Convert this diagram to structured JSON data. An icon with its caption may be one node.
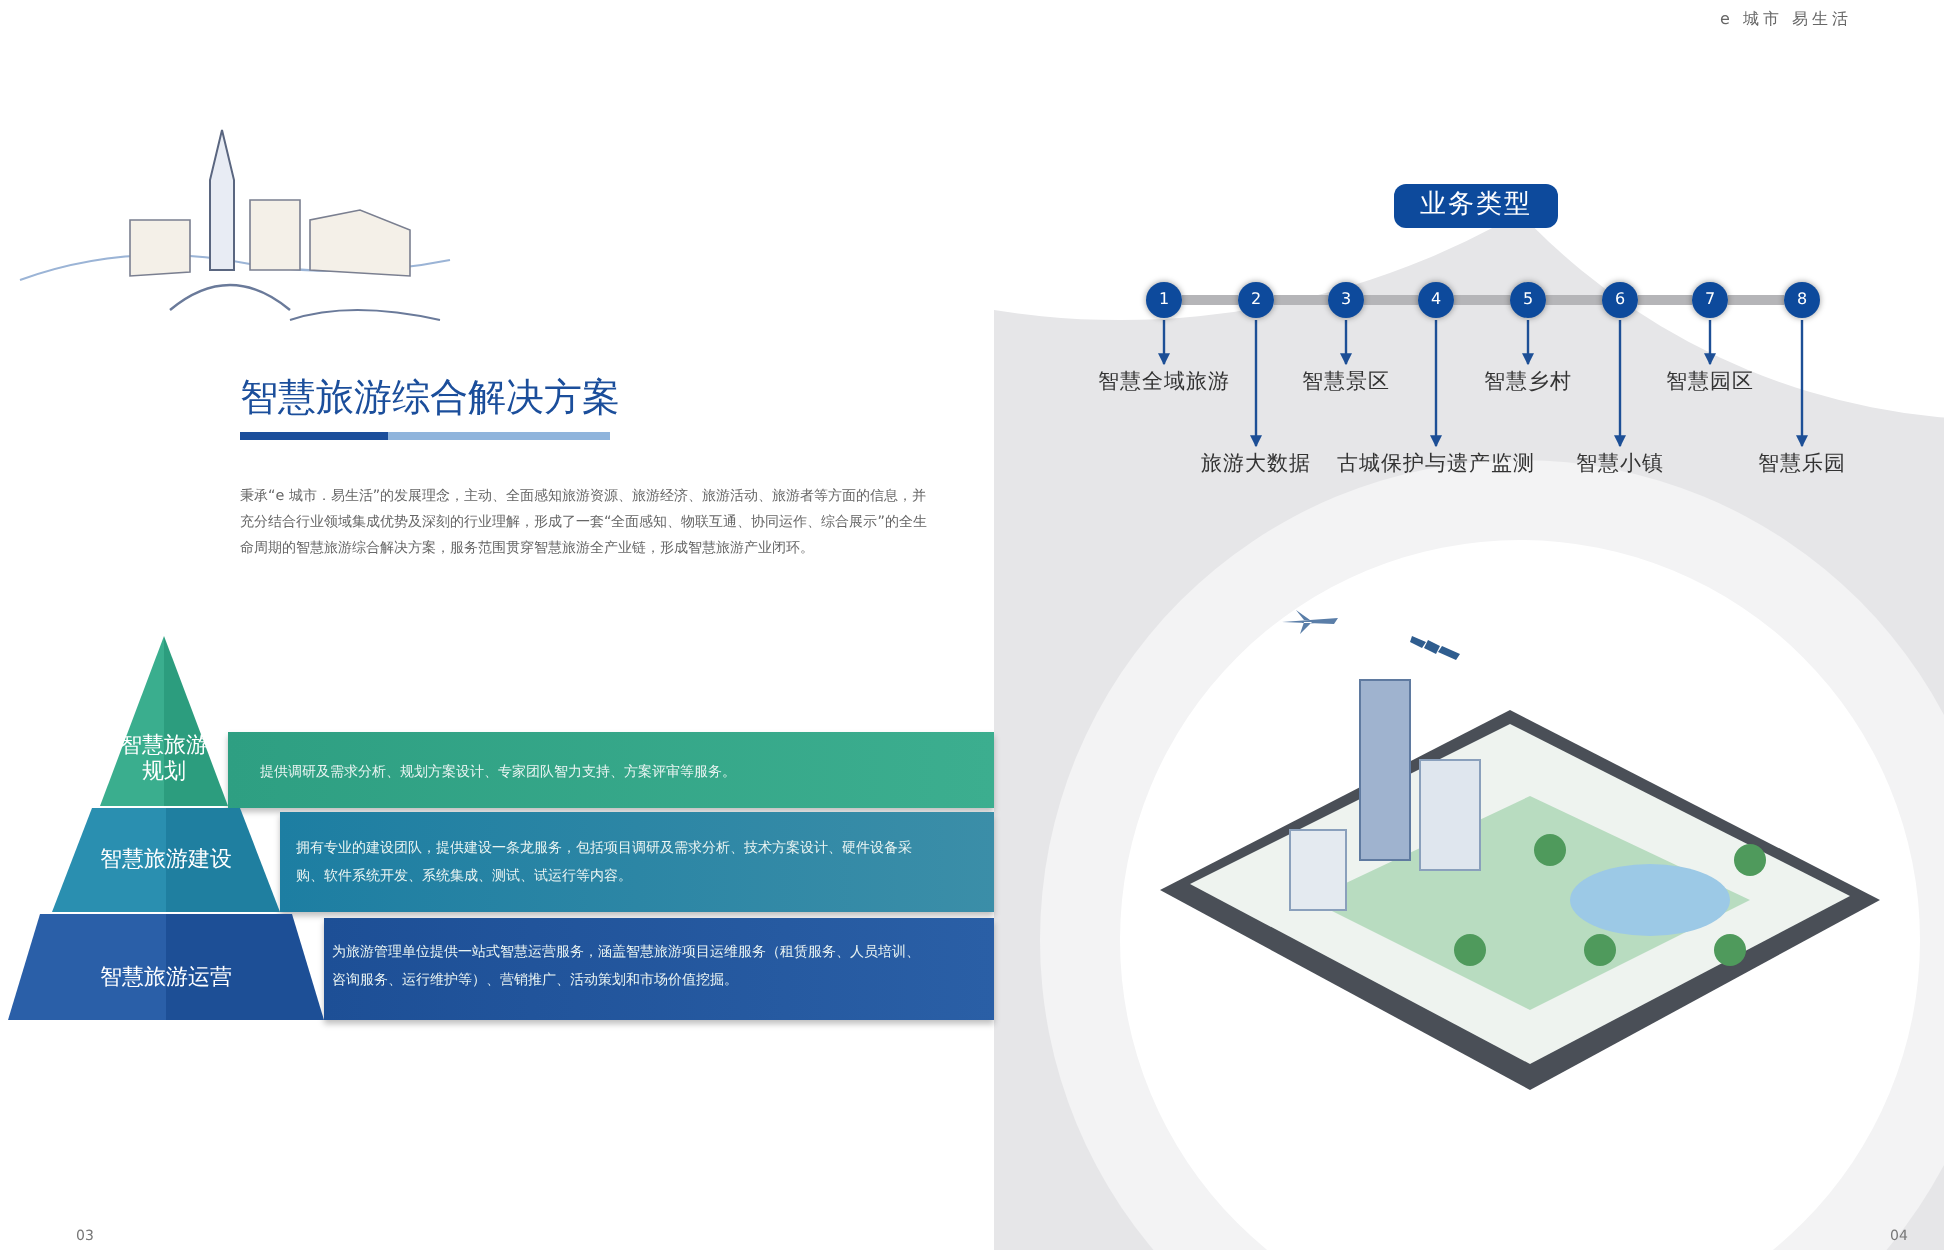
{
  "diagram": {
    "title": "智慧旅游综合解决方案",
    "nodes": [
      {
        "text": [
          "智慧旅游规划"
        ]
      },
      {
        "text": [
          "提供调研及需求分析、规划方案设计、专家团队智力支持、方案评审等服务。"
        ]
      },
      {
        "text": [
          "智慧旅游建设"
        ]
      },
      {
        "text": [
          "拥有专业的建设团队，提供建设一条龙服务，包括项目调研及需求分析、技术方案设计、硬件设备采购、软件系统开发、系统集成、测试、试运行等内容。"
        ]
      },
      {
        "text": [
          "智慧旅游运营"
        ]
      },
      {
        "text": [
          "为旅游管理单位提供一站式智慧运营服务，涵盖智慧旅游项目运维服务（租赁服务、人员培训、咨询服务、运行维护等）、营销推广、活动策划和市场价值挖掘。"
        ]
      },
      {
        "text": [
          "业务类型"
        ]
      },
      {
        "text": [
          "1"
        ]
      },
      {
        "text": [
          "2"
        ]
      },
      {
        "text": [
          "3"
        ]
      },
      {
        "text": [
          "4"
        ]
      },
      {
        "text": [
          "5"
        ]
      },
      {
        "text": [
          "6"
        ]
      },
      {
        "text": [
          "7"
        ]
      },
      {
        "text": [
          "8"
        ]
      },
      {
        "text": [
          "智慧全域旅游"
        ]
      },
      {
        "text": [
          "旅游大数据"
        ]
      },
      {
        "text": [
          "智慧景区"
        ]
      },
      {
        "text": [
          "古城保护与遗产监测"
        ]
      },
      {
        "text": [
          "智慧乡村"
        ]
      },
      {
        "text": [
          "智慧小镇"
        ]
      },
      {
        "text": [
          "智慧园区"
        ]
      },
      {
        "text": [
          "智慧乐园"
        ]
      }
    ],
    "edges": [
      {
        "from": 7,
        "to": 8,
        "arrow": "none",
        "style": "thick",
        "color": "#b5b5b8"
      },
      {
        "from": 8,
        "to": 9,
        "arrow": "none",
        "style": "thick",
        "color": "#b5b5b8"
      },
      {
        "from": 9,
        "to": 10,
        "arrow": "none",
        "style": "thick",
        "color": "#b5b5b8"
      },
      {
        "from": 10,
        "to": 11,
        "arrow": "none",
        "style": "thick",
        "color": "#b5b5b8"
      },
      {
        "from": 11,
        "to": 12,
        "arrow": "none",
        "style": "thick",
        "color": "#b5b5b8"
      },
      {
        "from": 12,
        "to": 13,
        "arrow": "none",
        "style": "thick",
        "color": "#b5b5b8"
      },
      {
        "from": 13,
        "to": 14,
        "arrow": "none",
        "style": "thick",
        "color": "#b5b5b8"
      },
      {
        "from": 7,
        "to": 15,
        "arrow": "to"
      },
      {
        "from": 8,
        "to": 16,
        "arrow": "to"
      },
      {
        "from": 9,
        "to": 17,
        "arrow": "to"
      },
      {
        "from": 10,
        "to": 18,
        "arrow": "to"
      },
      {
        "from": 11,
        "to": 19,
        "arrow": "to"
      },
      {
        "from": 12,
        "to": 20,
        "arrow": "to"
      },
      {
        "from": 13,
        "to": 21,
        "arrow": "to"
      },
      {
        "from": 14,
        "to": 22,
        "arrow": "to"
      }
    ],
    "labels": [
      "e 城市 易生活",
      "秉承“e 城市．易生活”的发展理念，主动、全面感知旅游资源、旅游经济、旅游活动、旅游者等方面的信息，并充分结合行业领域集成优势及深刻的行业理解，形成了一套“全面感知、物联互通、协同运作、综合展示”的全生命周期的智慧旅游综合解决方案，服务范围贯穿智慧旅游全产业链，形成智慧旅游产业闭环。",
      "03",
      "04"
    ]
  }
}
